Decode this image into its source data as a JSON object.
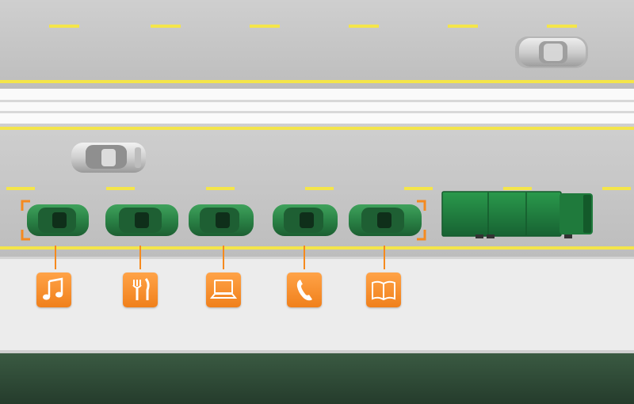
{
  "scene": {
    "description_type": "traffic-platooning-illustration",
    "colors": {
      "road": "#c7c7c7",
      "lane_marking_yellow": "#f4e54a",
      "median": "#ffffff",
      "platoon_car": "#2e8a4a",
      "truck": "#1f7a3c",
      "accent_orange": "#f58a1f",
      "sidewalk": "#ececec",
      "grass": "#2f4a36"
    },
    "vehicles": [
      {
        "name": "silver-car-upper-lane"
      },
      {
        "name": "silver-car-lower-lane"
      },
      {
        "name": "green-platoon-car-1"
      },
      {
        "name": "green-platoon-car-2"
      },
      {
        "name": "green-platoon-car-3"
      },
      {
        "name": "green-platoon-car-4"
      },
      {
        "name": "green-platoon-car-5"
      },
      {
        "name": "green-lead-truck"
      }
    ],
    "activity_icons": [
      "music-note-icon",
      "fork-knife-icon",
      "laptop-icon",
      "phone-icon",
      "open-book-icon"
    ]
  }
}
